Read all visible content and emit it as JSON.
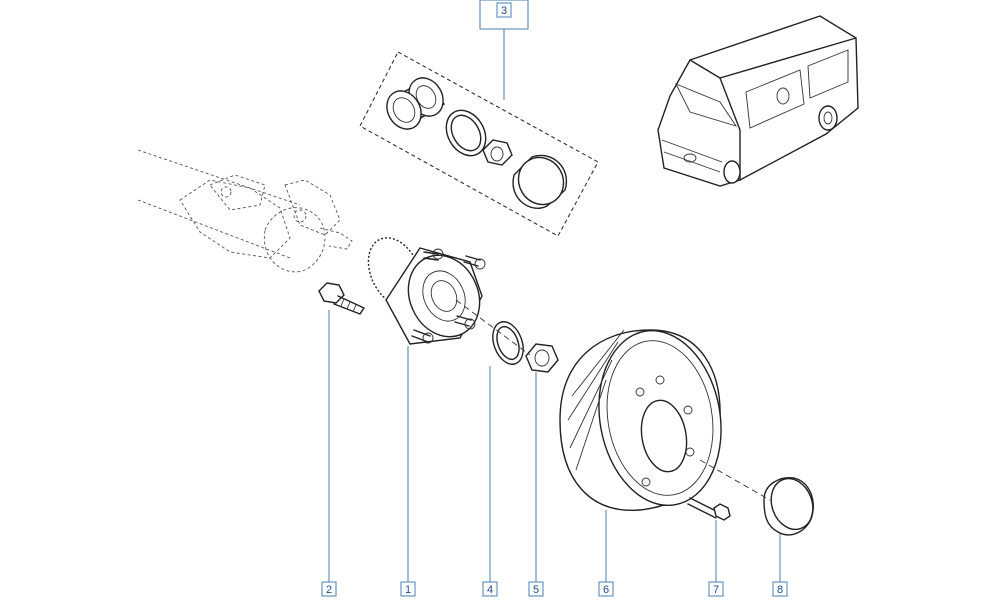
{
  "callouts": [
    {
      "id": "callout-3",
      "label": "3",
      "highlighted": true
    },
    {
      "id": "callout-2",
      "label": "2"
    },
    {
      "id": "callout-1",
      "label": "1"
    },
    {
      "id": "callout-4",
      "label": "4"
    },
    {
      "id": "callout-5",
      "label": "5"
    },
    {
      "id": "callout-6",
      "label": "6"
    },
    {
      "id": "callout-7",
      "label": "7"
    },
    {
      "id": "callout-8",
      "label": "8"
    }
  ],
  "colors": {
    "callout_border": "#4a7fb5",
    "callout_text": "#1a4f8a",
    "highlight": "#d81e1e",
    "line_art": "#222222"
  }
}
